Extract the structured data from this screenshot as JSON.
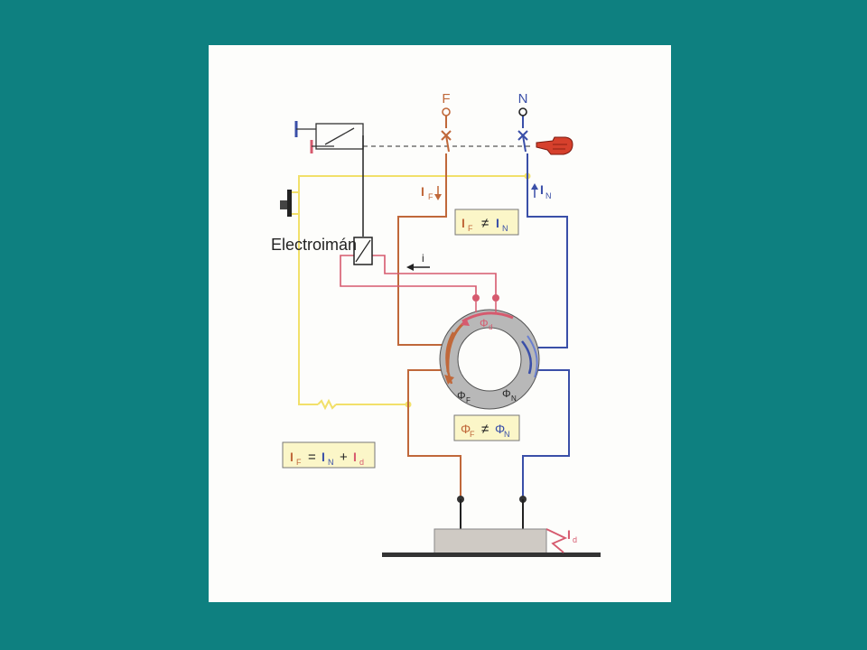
{
  "colors": {
    "background": "#0e8080",
    "panel": "#fdfdfb",
    "phase": "#c0683a",
    "neutral": "#3a4fa8",
    "yellow": "#f2e06a",
    "red_loop": "#d65a6e",
    "black": "#222222",
    "box_fill": "#fbf6c8"
  },
  "labels": {
    "F": "F",
    "N": "N",
    "electroiman": "Electroimán",
    "i": "i",
    "IF_sym": "I",
    "IF_sub": "F",
    "IN_sym": "I",
    "IN_sub": "N",
    "phiF": "Φ",
    "phiF_sub": "F",
    "phiN": "Φ",
    "phiN_sub": "N",
    "phid": "Φ",
    "phid_sub": "d",
    "Id_sym": "I",
    "Id_sub": "d"
  },
  "equations": {
    "currents_neq": {
      "a": "I",
      "a_sub": "F",
      "op": "≠",
      "b": "I",
      "b_sub": "N"
    },
    "flux_neq": {
      "a": "Φ",
      "a_sub": "F",
      "op": "≠",
      "b": "Φ",
      "b_sub": "N"
    },
    "sum": {
      "a": "I",
      "a_sub": "F",
      "eq": "=",
      "b": "I",
      "b_sub": "N",
      "plus": "+",
      "c": "I",
      "c_sub": "d"
    }
  },
  "icons": [
    "pointing-hand-icon",
    "test-button-icon",
    "relay-coil-icon",
    "toroid-core-icon"
  ]
}
